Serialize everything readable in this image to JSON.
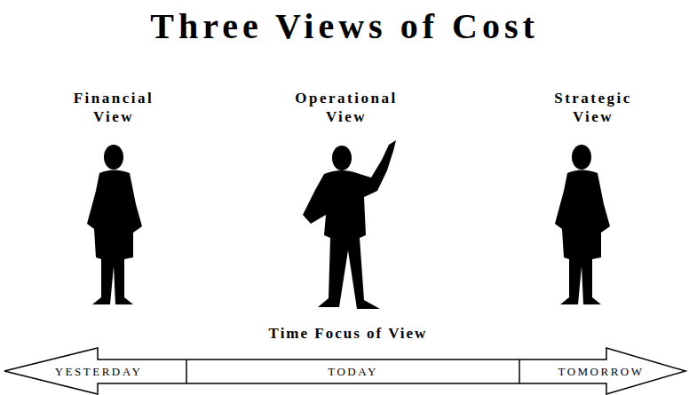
{
  "diagram": {
    "title": "Three Views of Cost",
    "nodes": [
      {
        "text": [
          "YESTERDAY"
        ]
      },
      {
        "text": [
          "TODAY"
        ]
      },
      {
        "text": [
          "TOMORROW"
        ]
      }
    ],
    "labels": [
      "Financial View",
      "Operational View",
      "Strategic View",
      "Time Focus of View"
    ]
  }
}
